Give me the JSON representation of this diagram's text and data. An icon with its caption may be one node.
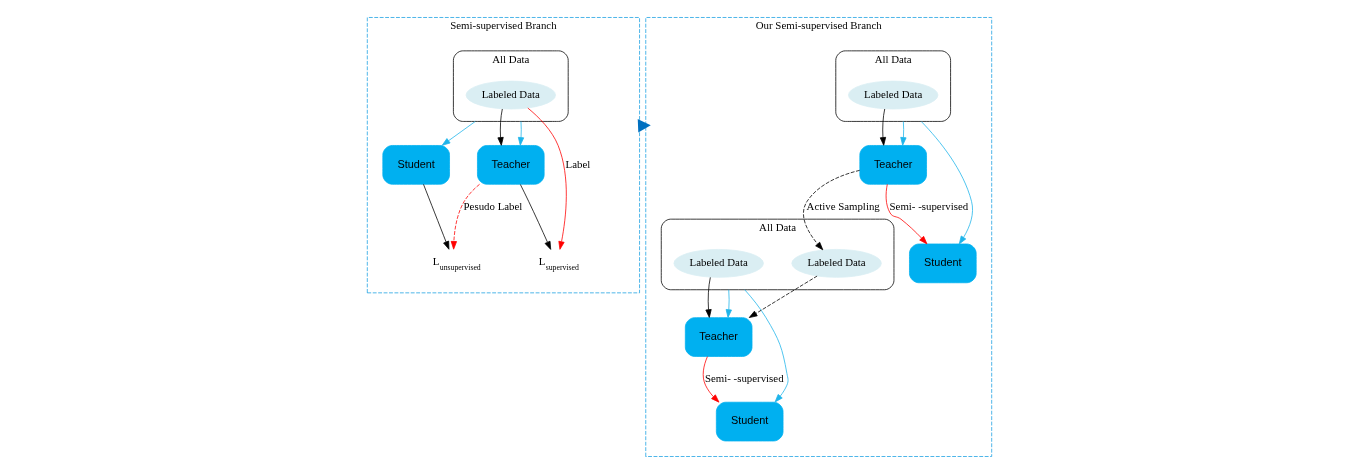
{
  "diagram": {
    "nodes": [
      {
        "text": [
          "Semi-supervised Branch"
        ]
      },
      {
        "text": [
          "All Data"
        ],
        "in": 0
      },
      {
        "text": [
          "Labeled Data"
        ],
        "in": 1
      },
      {
        "text": [
          "Teacher"
        ],
        "in": 0
      },
      {
        "text": [
          "Student"
        ],
        "in": 0
      },
      {
        "text": [
          "L$_{supervised}$"
        ],
        "in": 0
      },
      {
        "text": [
          "L$_{unsupervised}$"
        ],
        "in": 0
      },
      {
        "text": [
          "Our Semi-supervised Branch"
        ]
      },
      {
        "text": [
          "All Data"
        ],
        "in": 7
      },
      {
        "text": [
          "Labeled Data"
        ],
        "in": 8
      },
      {
        "text": [
          "Teacher"
        ],
        "in": 7
      },
      {
        "text": [
          "Student"
        ],
        "in": 7
      },
      {
        "text": [
          "Teacher"
        ],
        "in": 7
      },
      {
        "text": [
          "Student"
        ],
        "in": 7
      },
      {
        "text": [
          "All Data"
        ],
        "in": 7
      },
      {
        "text": [
          "Labeled Data"
        ],
        "in": 14
      },
      {
        "text": [
          "Labeled Data"
        ],
        "in": 14
      }
    ],
    "edges": [
      {
        "from": 0,
        "to": 7,
        "arrow": "to",
        "style": "thick",
        "color": "#0070c0"
      },
      {
        "from": 2,
        "to": 3,
        "arrow": "to"
      },
      {
        "from": 1,
        "to": 3,
        "arrow": "to",
        "color": "#1eb4ea"
      },
      {
        "from": 1,
        "to": 4,
        "arrow": "to",
        "color": "#1eb4ea"
      },
      {
        "from": 2,
        "to": 5,
        "arrow": "to",
        "label": "Label",
        "color": "#ff0000"
      },
      {
        "from": 3,
        "to": 5,
        "arrow": "to"
      },
      {
        "from": 3,
        "to": 6,
        "arrow": "to",
        "label": "Pesudo Label",
        "style": "dashed",
        "color": "#ff0000"
      },
      {
        "from": 4,
        "to": 6,
        "arrow": "to"
      },
      {
        "from": 9,
        "to": 10,
        "arrow": "to"
      },
      {
        "from": 8,
        "to": 10,
        "arrow": "to",
        "color": "#1eb4ea"
      },
      {
        "from": 8,
        "to": 11,
        "arrow": "to",
        "color": "#1eb4ea"
      },
      {
        "from": 10,
        "to": 11,
        "arrow": "to",
        "label": "Semi- -supervised",
        "color": "#ff0000"
      },
      {
        "from": 10,
        "to": 16,
        "arrow": "to",
        "label": "Active Sampling",
        "style": "dashed"
      },
      {
        "from": 15,
        "to": 12,
        "arrow": "to"
      },
      {
        "from": 16,
        "to": 12,
        "arrow": "to",
        "style": "dashed"
      },
      {
        "from": 14,
        "to": 12,
        "arrow": "to",
        "color": "#1eb4ea"
      },
      {
        "from": 14,
        "to": 13,
        "arrow": "to",
        "color": "#1eb4ea"
      },
      {
        "from": 12,
        "to": 13,
        "arrow": "to",
        "label": "Semi- -supervised",
        "color": "#ff0000"
      }
    ]
  }
}
